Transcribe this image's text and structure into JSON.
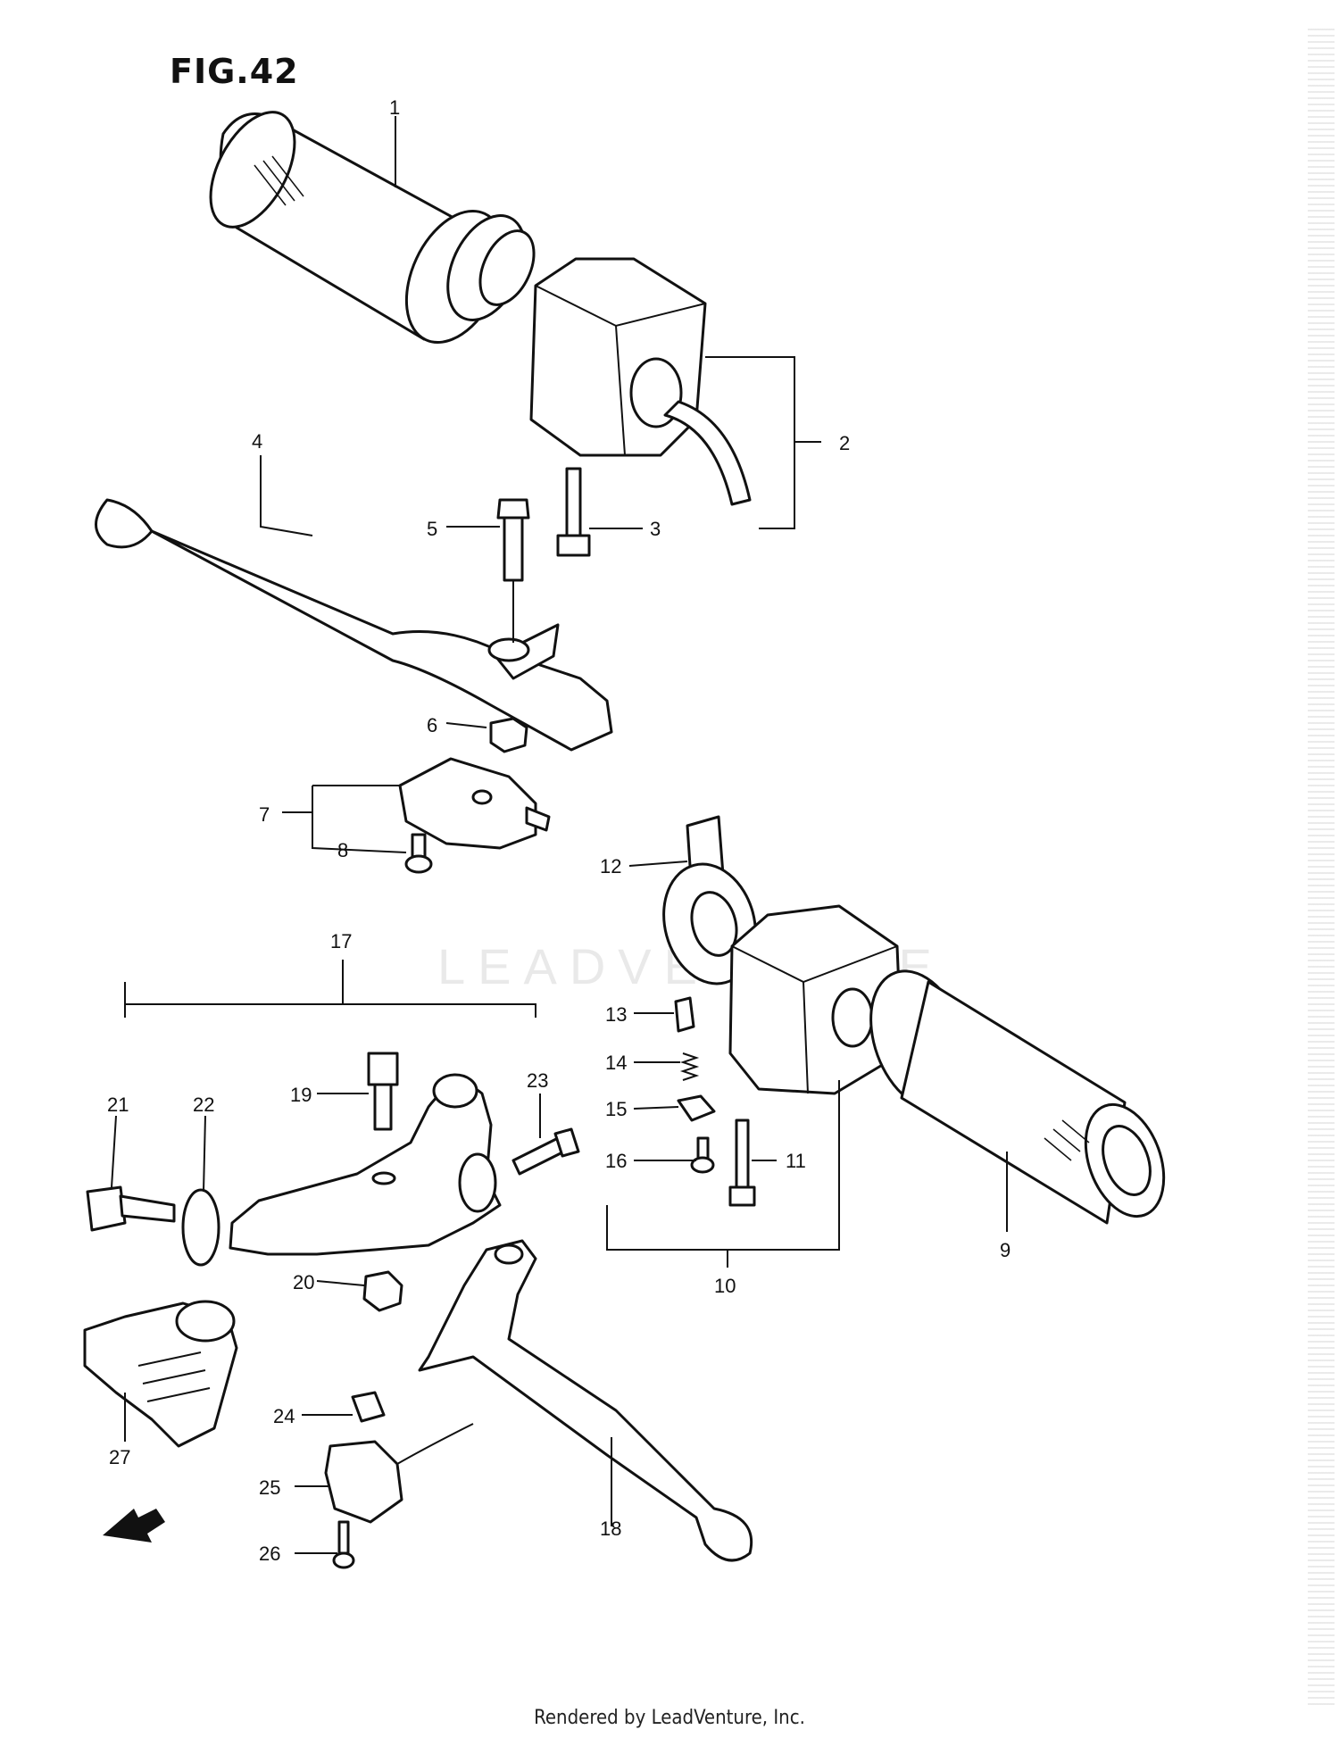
{
  "figure": {
    "title": "FIG.42",
    "watermark": "LEADVENTURE",
    "footer": "Rendered by LeadVenture, Inc."
  },
  "callouts": [
    "1",
    "2",
    "3",
    "4",
    "5",
    "6",
    "7",
    "8",
    "9",
    "10",
    "11",
    "12",
    "13",
    "14",
    "15",
    "16",
    "17",
    "18",
    "19",
    "20",
    "21",
    "22",
    "23",
    "24",
    "25",
    "26",
    "27"
  ],
  "fwd_label": "FWD"
}
